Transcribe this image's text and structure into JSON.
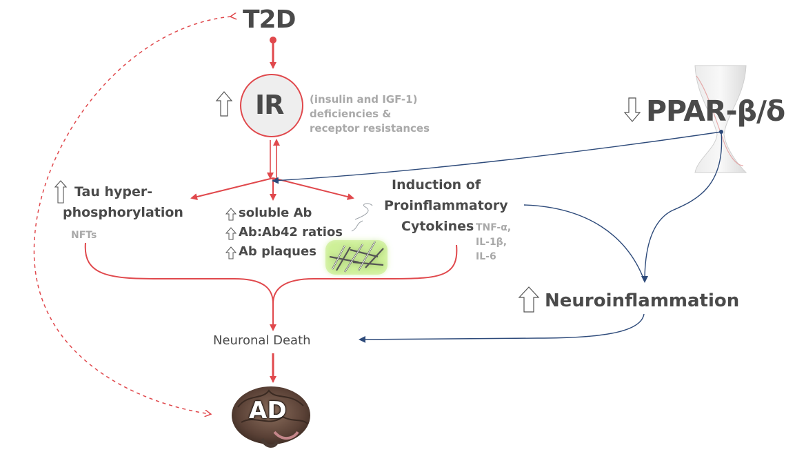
{
  "nodes": {
    "t2d": "T2D",
    "ir": "IR",
    "ir_note": [
      "(insulin and IGF-1)",
      "deficiencies &",
      "receptor resistances"
    ],
    "ppar": "PPAR-β/δ",
    "tau": [
      "Tau hyper-",
      "phosphorylation"
    ],
    "nfts": "NFTs",
    "ab_items": [
      "soluble Ab",
      "Ab:Ab42 ratios",
      "Ab plaques"
    ],
    "cytokines": [
      "Induction of",
      "Proinflammatory",
      "Cytokines"
    ],
    "cytokine_list": [
      "TNF-α,",
      "IL-1β,",
      "IL-6"
    ],
    "neuroinflammation": "Neuroinflammation",
    "neuronal_death": "Neuronal Death",
    "ad": "AD"
  },
  "colors": {
    "red": "#e0484c",
    "blue": "#2d4a7a",
    "text_dark": "#4a4a4a",
    "text_grey": "#a9a9a9"
  }
}
